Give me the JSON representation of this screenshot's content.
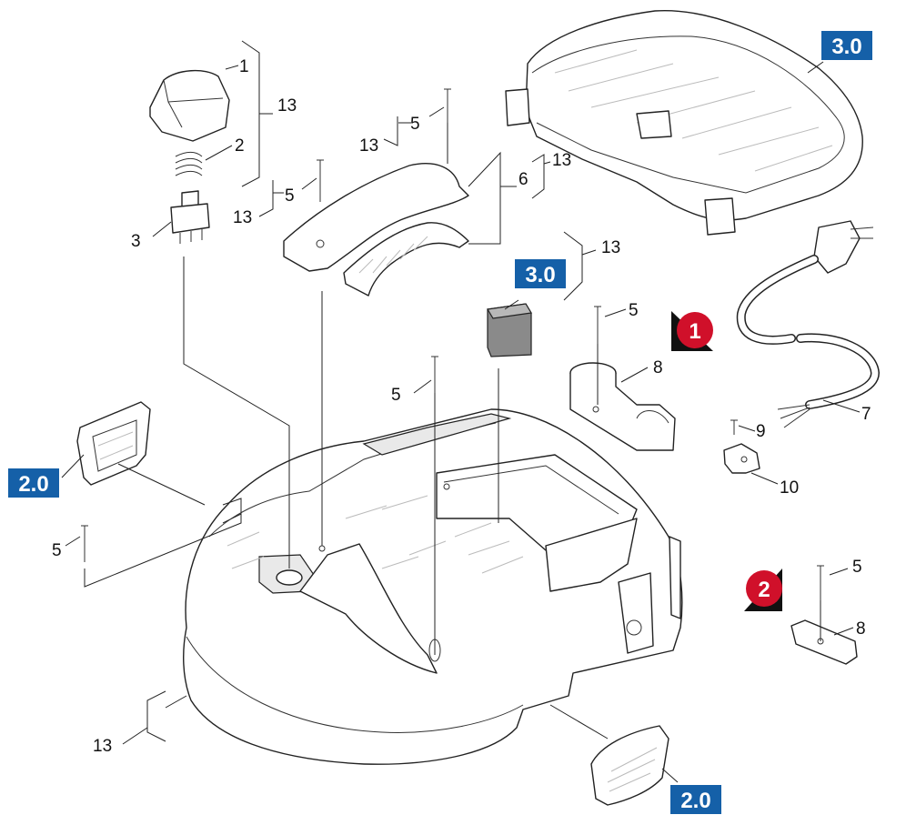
{
  "labels": {
    "p1": "1",
    "p2": "2",
    "p3": "3",
    "p13_a": "13",
    "p13_b": "13",
    "p13_c": "13",
    "p13_d": "13",
    "p13_e": "13",
    "p13_f": "13",
    "p5_a": "5",
    "p5_b": "5",
    "p5_c": "5",
    "p5_d": "5",
    "p5_e": "5",
    "p5_f": "5",
    "p6": "6",
    "p7": "7",
    "p8_a": "8",
    "p8_b": "8",
    "p9": "9",
    "p10": "10"
  },
  "badges": {
    "ref_top_right": "3.0",
    "ref_center": "3.0",
    "ref_left": "2.0",
    "ref_bottom": "2.0"
  },
  "variants": {
    "one": "1",
    "two": "2"
  },
  "colors": {
    "badge_blue": "#1560a8",
    "variant_red": "#d0102a"
  }
}
